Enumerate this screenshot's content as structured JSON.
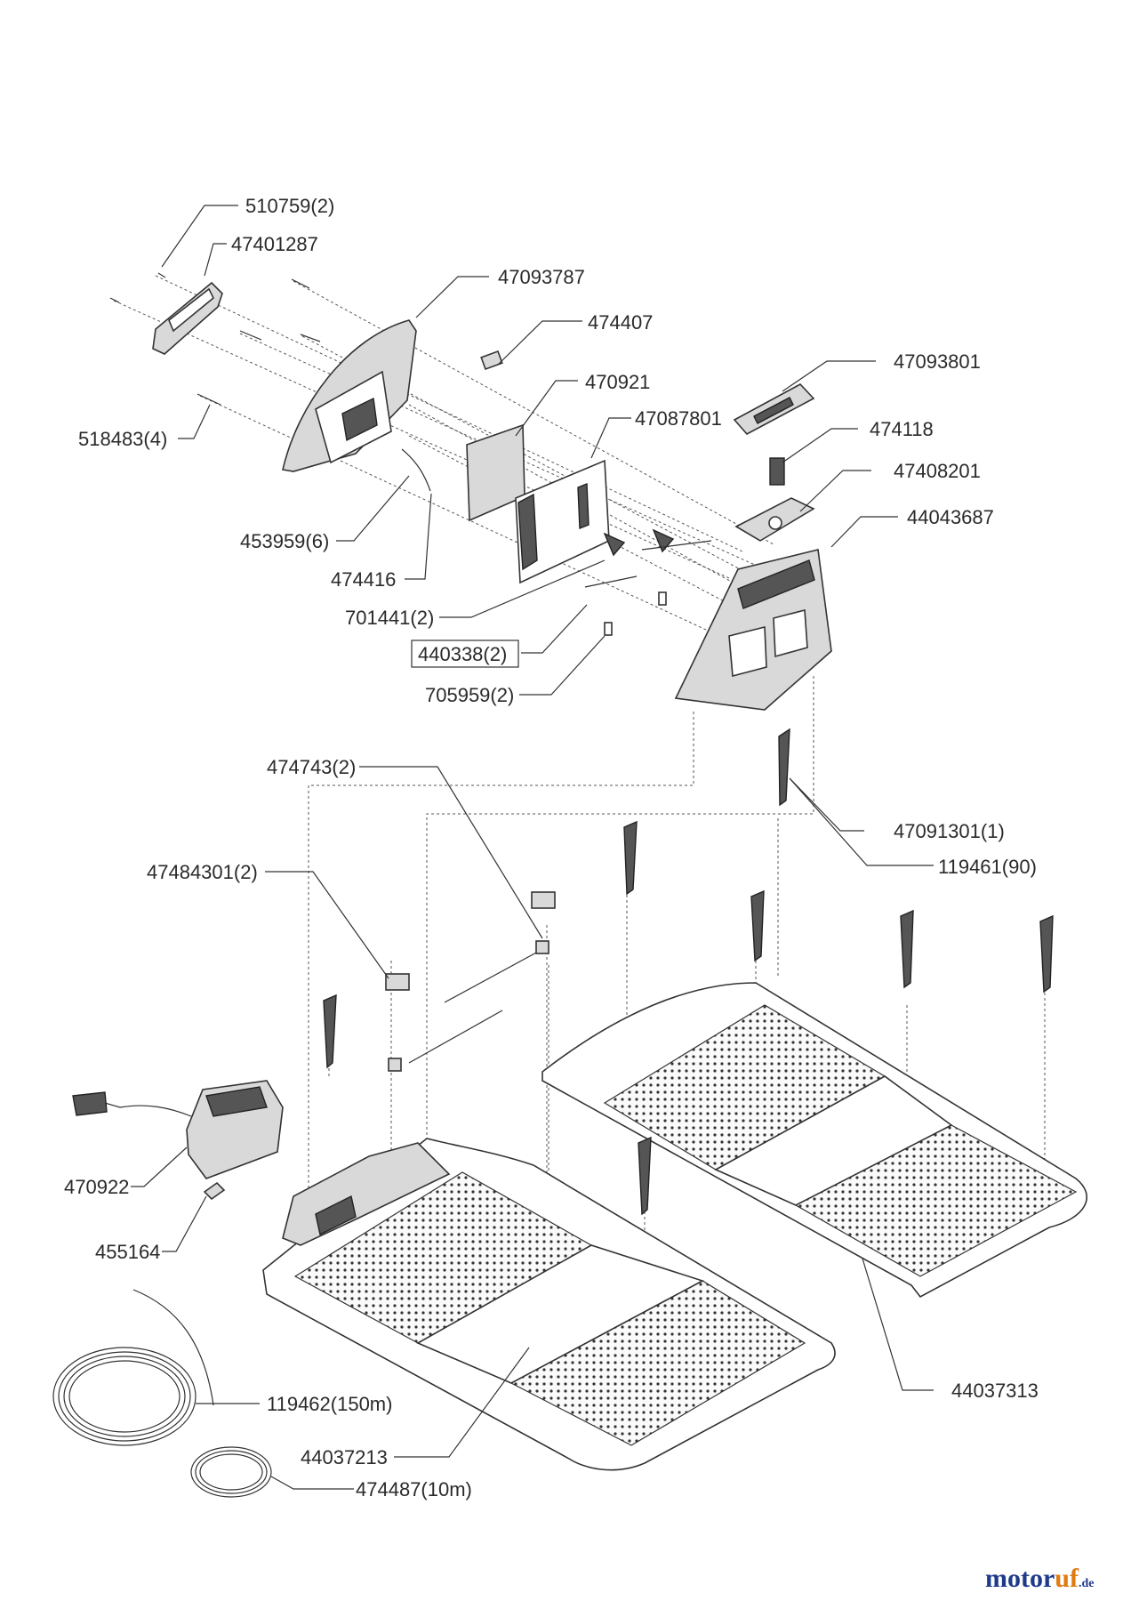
{
  "labels": {
    "l510759": "510759(2)",
    "l47401287": "47401287",
    "l47093787": "47093787",
    "l474407": "474407",
    "l518483": "518483(4)",
    "l470921": "470921",
    "l47093801": "47093801",
    "l47087801": "47087801",
    "l474118": "474118",
    "l47408201": "47408201",
    "l453959": "453959(6)",
    "l44043687": "44043687",
    "l474416": "474416",
    "l701441": "701441(2)",
    "l440338": "440338(2)",
    "l705959": "705959(2)",
    "l474743": "474743(2)",
    "l47091301": "47091301(1)",
    "l119461": "119461(90)",
    "l47484301": "47484301(2)",
    "l470922": "470922",
    "l455164": "455164",
    "l44037313": "44037313",
    "l119462": "119462(150m)",
    "l44037213": "44037213",
    "l474487": "474487(10m)"
  },
  "brand": {
    "main": "motor",
    "accent": "uf",
    "suffix": ".de",
    "main_color": "#1e3a8a",
    "accent_color": "#e07b12"
  }
}
